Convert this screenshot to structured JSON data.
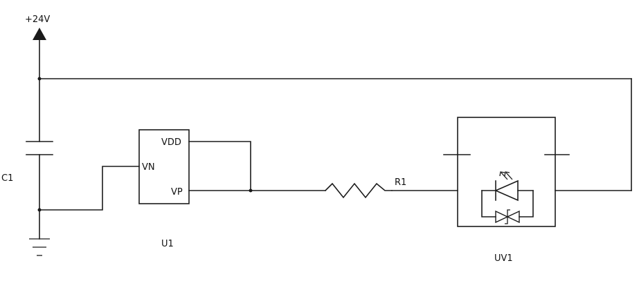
{
  "power": {
    "label": "+24V"
  },
  "capacitor": {
    "ref": "C1"
  },
  "ic": {
    "ref": "U1",
    "pins": {
      "vdd": "VDD",
      "vn": "VN",
      "vp": "VP"
    }
  },
  "resistor": {
    "ref": "R1"
  },
  "uv_module": {
    "ref": "UV1"
  },
  "ground": {
    "symbol": "ground"
  },
  "colors": {
    "line": "#1a1a1a",
    "text": "#111111",
    "background": "#ffffff"
  }
}
